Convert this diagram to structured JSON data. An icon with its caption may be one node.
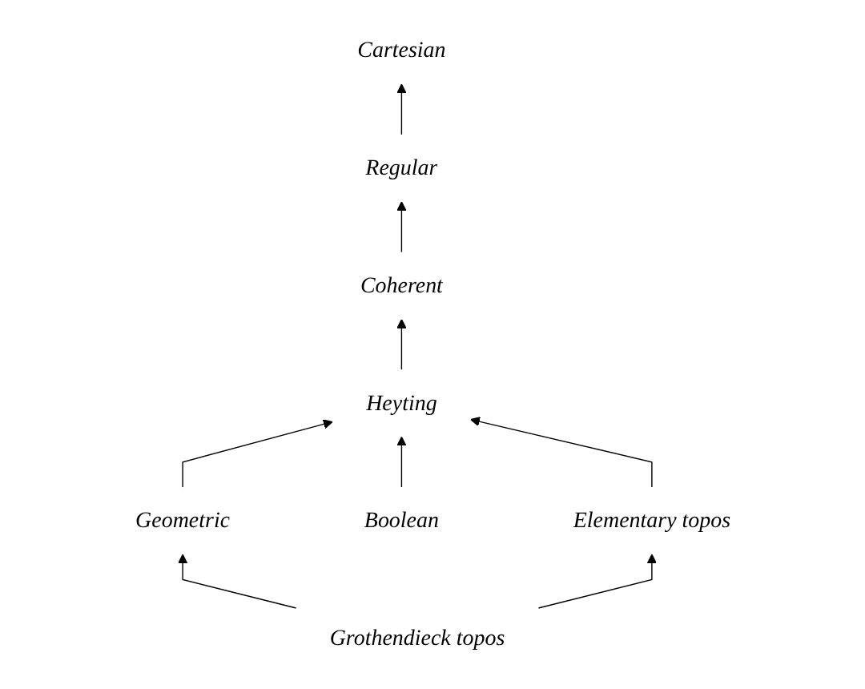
{
  "diagram": {
    "nodes": [
      {
        "text": [
          "Cartesian"
        ]
      },
      {
        "text": [
          "Regular"
        ]
      },
      {
        "text": [
          "Coherent"
        ]
      },
      {
        "text": [
          "Geometric"
        ]
      },
      {
        "text": [
          "Heyting"
        ]
      },
      {
        "text": [
          "Grothendieck topos"
        ]
      },
      {
        "text": [
          "Boolean"
        ]
      },
      {
        "text": [
          "Elementary topos"
        ]
      }
    ],
    "edges": [
      {
        "from": 1,
        "to": 0,
        "arrow": "to"
      },
      {
        "from": 2,
        "to": 1,
        "arrow": "to"
      },
      {
        "from": 4,
        "to": 2,
        "arrow": "to"
      },
      {
        "from": 3,
        "to": 4,
        "arrow": "to"
      },
      {
        "from": 5,
        "to": 3,
        "arrow": "to"
      },
      {
        "from": 6,
        "to": 4,
        "arrow": "to"
      },
      {
        "from": 5,
        "to": 7,
        "arrow": "to"
      },
      {
        "from": 7,
        "to": 4,
        "arrow": "to"
      }
    ]
  }
}
